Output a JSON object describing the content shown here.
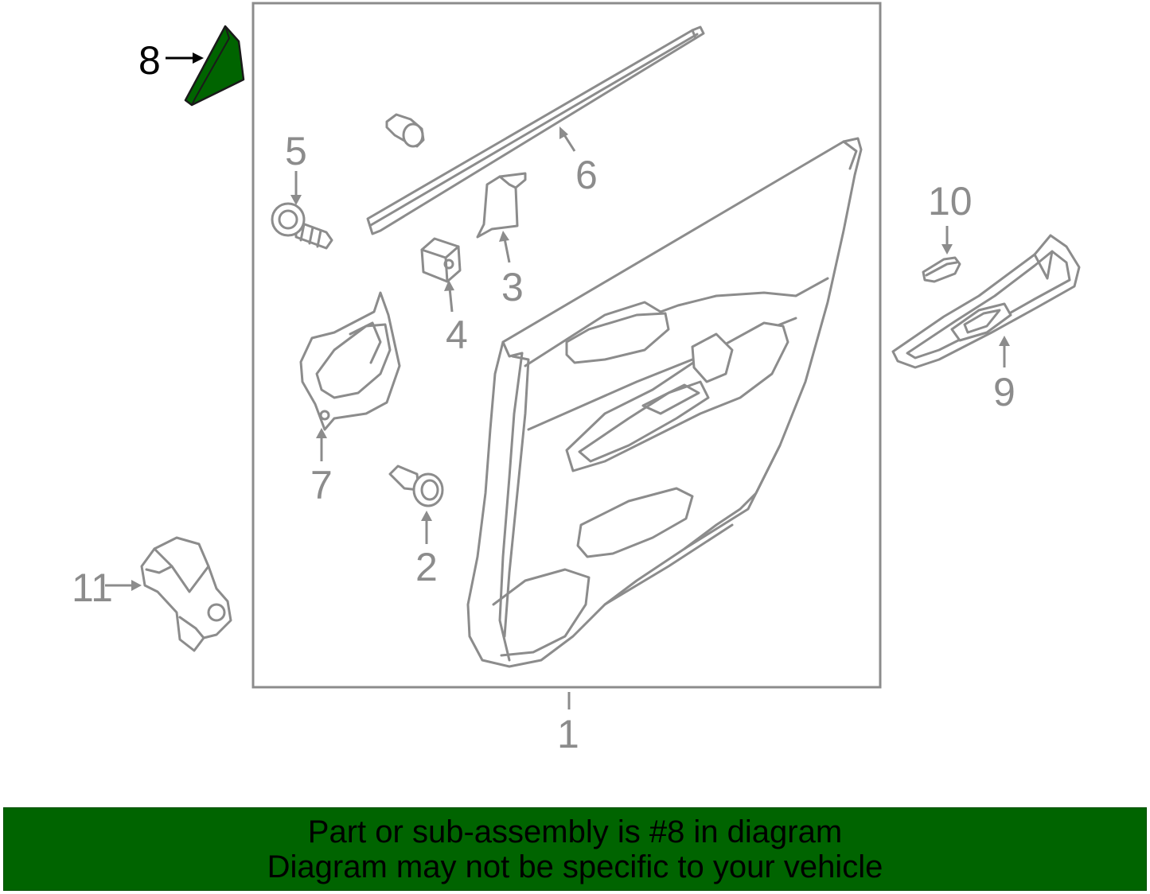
{
  "diagram": {
    "callouts": [
      "1",
      "2",
      "3",
      "4",
      "5",
      "6",
      "7",
      "8",
      "9",
      "10",
      "11"
    ],
    "highlight_color": "#006400",
    "line_color": "#8c8c8c"
  },
  "banner": {
    "line1": "Part or sub-assembly is #8 in diagram",
    "line2": "Diagram may not be specific to your vehicle",
    "background": "#006400"
  }
}
